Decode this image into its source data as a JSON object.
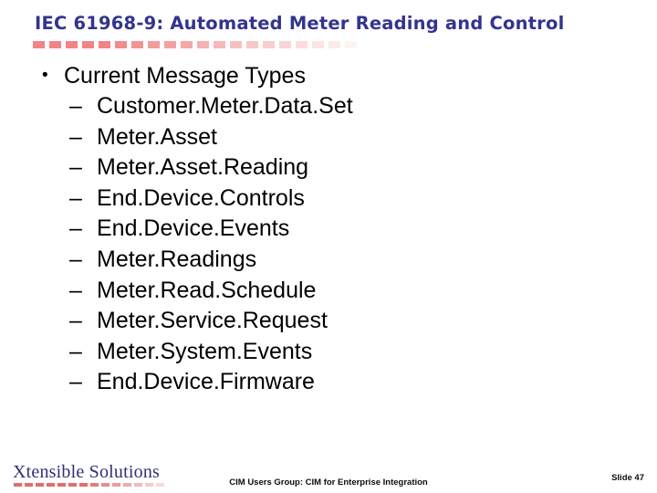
{
  "slide": {
    "title": "IEC 61968-9: Automated Meter Reading and Control",
    "title_color": "#33348e",
    "rule_color": "#ef8585",
    "background_color": "#ffffff"
  },
  "content": {
    "bullet_glyph": "•",
    "dash_glyph": "–",
    "items": [
      {
        "level": 1,
        "text": "Current Message Types"
      },
      {
        "level": 2,
        "text": "Customer.Meter.Data.Set"
      },
      {
        "level": 2,
        "text": "Meter.Asset"
      },
      {
        "level": 2,
        "text": "Meter.Asset.Reading"
      },
      {
        "level": 2,
        "text": "End.Device.Controls"
      },
      {
        "level": 2,
        "text": "End.Device.Events"
      },
      {
        "level": 2,
        "text": "Meter.Readings"
      },
      {
        "level": 2,
        "text": "Meter.Read.Schedule"
      },
      {
        "level": 2,
        "text": "Meter.Service.Request"
      },
      {
        "level": 2,
        "text": "Meter.System.Events"
      },
      {
        "level": 2,
        "text": "End.Device.Firmware"
      }
    ]
  },
  "footer": {
    "logo_text": "Xtensible Solutions",
    "logo_color": "#2f3176",
    "logo_rule_color": "#e06e6e",
    "center_text": "CIM Users Group: CIM for Enterprise Integration",
    "slide_number": "Slide 47"
  }
}
